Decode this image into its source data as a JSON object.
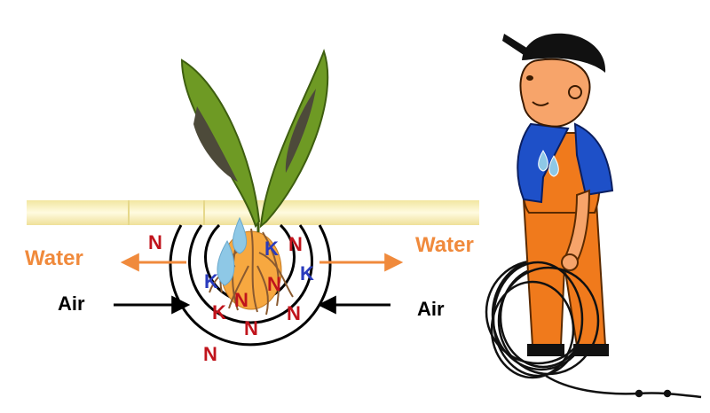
{
  "labels": {
    "water_left": "Water",
    "water_right": "Water",
    "air_left": "Air",
    "air_right": "Air"
  },
  "ions": {
    "n": "N",
    "k": "K"
  },
  "colors": {
    "water_label": "#f08a3c",
    "air_label": "#000000",
    "nitrogen": "#c0141c",
    "potassium": "#2a3bbd",
    "leaf": "#6e9a24",
    "leaf_spot": "#4d4a3a",
    "soil_band": "#fbf3b8",
    "root_ball": "#f7a840",
    "water_drop": "#8ec8e6",
    "overalls": "#f07a1c",
    "shirt": "#1e50c8",
    "skin": "#f7a46a",
    "cap": "#111111"
  },
  "icons": [
    "plant-seedling-icon",
    "water-drop-icon",
    "farmer-with-hose-icon"
  ]
}
